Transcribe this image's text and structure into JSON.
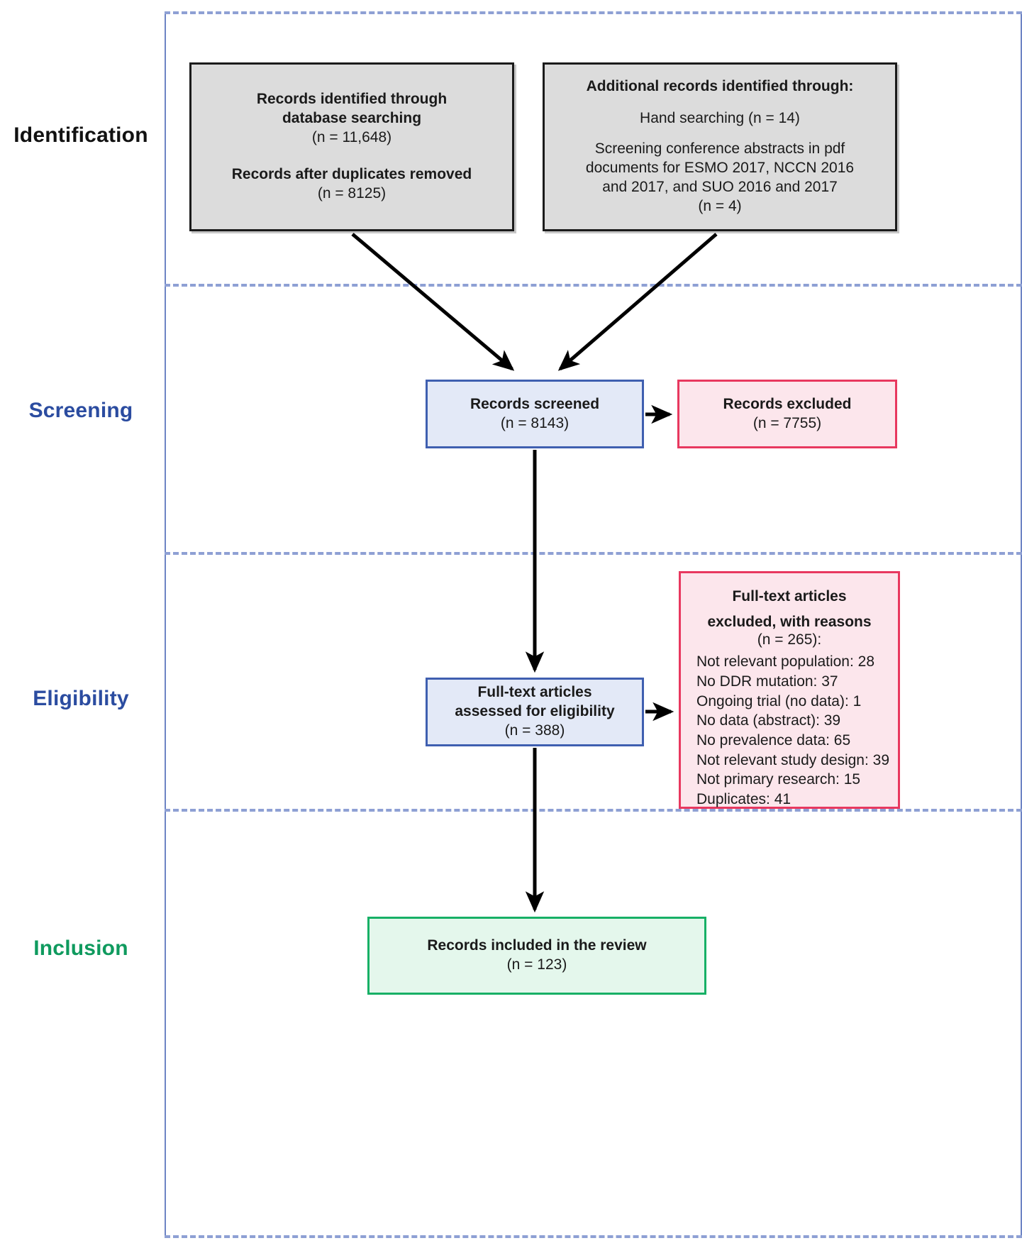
{
  "diagram": {
    "type": "prisma-flow-diagram",
    "colors": {
      "identification_label": "#111111",
      "screening_label": "#2b4ca0",
      "eligibility_label": "#2b4ca0",
      "inclusion_label": "#0f9a5e",
      "grey_box_fill": "#dcdcdc",
      "grey_box_border": "#1b1b1b",
      "blue_box_fill": "#e3e9f7",
      "blue_box_border": "#3f5fb0",
      "red_box_fill": "#fce6ec",
      "red_box_border": "#e8385f",
      "green_box_fill": "#e4f7ec",
      "green_box_border": "#17b066",
      "divider_dashed": "#8ea0d4",
      "arrow": "#000000"
    }
  },
  "stages": {
    "identification": "Identification",
    "screening": "Screening",
    "eligibility": "Eligibility",
    "inclusion": "Inclusion"
  },
  "boxes": {
    "database_search": {
      "line1": "Records identified through",
      "line2": "database searching",
      "count1": "(n = 11,648)",
      "line3": "Records after duplicates removed",
      "count2": "(n = 8125)"
    },
    "additional_records": {
      "heading": "Additional records identified through:",
      "hand_searching": "Hand searching (n = 14)",
      "conference_line1": "Screening conference abstracts in pdf",
      "conference_line2": "documents for ESMO 2017, NCCN 2016",
      "conference_line3": "and 2017, and SUO 2016 and 2017",
      "conference_count": "(n = 4)"
    },
    "records_screened": {
      "title": "Records screened",
      "count": "(n = 8143)"
    },
    "records_excluded": {
      "title": "Records excluded",
      "count": "(n = 7755)"
    },
    "full_text_assessed": {
      "line1": "Full-text articles",
      "line2": "assessed for eligibility",
      "count": "(n = 388)"
    },
    "full_text_excluded": {
      "line1": "Full-text articles",
      "line2": "excluded, with reasons",
      "count": "(n = 265):",
      "reasons": [
        "Not relevant population: 28",
        "No DDR mutation: 37",
        "Ongoing trial (no data): 1",
        "No data (abstract): 39",
        "No prevalence data: 65",
        "Not relevant study design: 39",
        "Not primary research: 15",
        "Duplicates: 41"
      ]
    },
    "records_included": {
      "title": "Records included in the review",
      "count": "(n = 123)"
    }
  },
  "chart_data": {
    "type": "diagram",
    "title": "PRISMA flow diagram",
    "nodes": [
      {
        "id": "database_search",
        "stage": "Identification",
        "value": 11648,
        "after_duplicates": 8125
      },
      {
        "id": "additional_records",
        "stage": "Identification",
        "hand_searching": 14,
        "conference_abstracts": 4
      },
      {
        "id": "records_screened",
        "stage": "Screening",
        "value": 8143
      },
      {
        "id": "records_excluded",
        "stage": "Screening",
        "value": 7755
      },
      {
        "id": "full_text_assessed",
        "stage": "Eligibility",
        "value": 388
      },
      {
        "id": "full_text_excluded",
        "stage": "Eligibility",
        "value": 265
      },
      {
        "id": "records_included",
        "stage": "Inclusion",
        "value": 123
      }
    ],
    "edges": [
      {
        "from": "database_search",
        "to": "records_screened"
      },
      {
        "from": "additional_records",
        "to": "records_screened"
      },
      {
        "from": "records_screened",
        "to": "records_excluded"
      },
      {
        "from": "records_screened",
        "to": "full_text_assessed"
      },
      {
        "from": "full_text_assessed",
        "to": "full_text_excluded"
      },
      {
        "from": "full_text_assessed",
        "to": "records_included"
      }
    ],
    "exclusion_reasons": {
      "Not relevant population": 28,
      "No DDR mutation": 37,
      "Ongoing trial (no data)": 1,
      "No data (abstract)": 39,
      "No prevalence data": 65,
      "Not relevant study design": 39,
      "Not primary research": 15,
      "Duplicates": 41
    }
  }
}
